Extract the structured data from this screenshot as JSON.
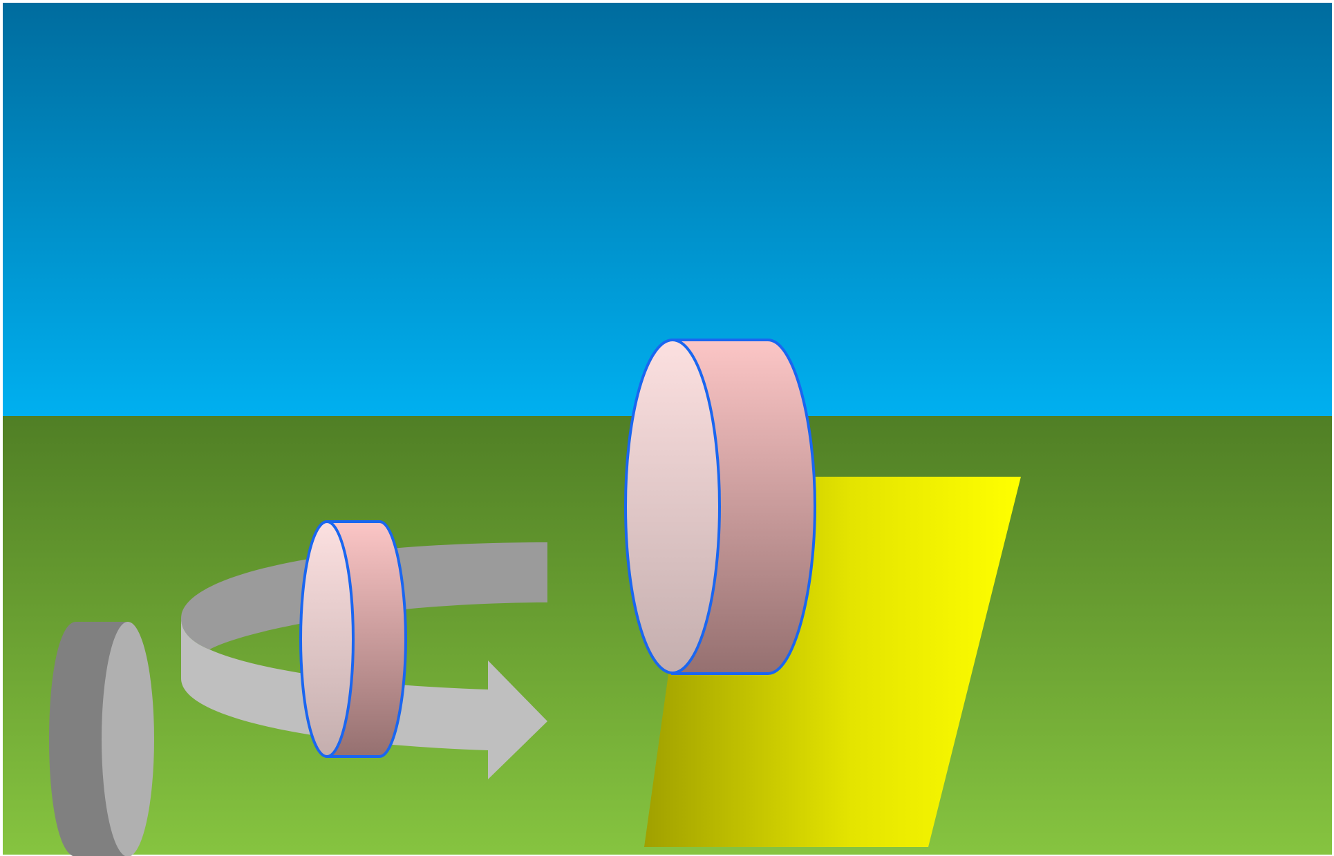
{
  "colors": {
    "sky_top": "#006C9E",
    "sky_bottom": "#00B0F0",
    "ground_top": "#507F25",
    "ground_bottom": "#86C440",
    "arrow_back": "#9B9B9B",
    "arrow_front": "#BFBFBF",
    "ghost_disk_side": "#808080",
    "ghost_disk_face": "#B0B0B0",
    "disk_outline": "#1A66F0",
    "disk_face_top": "#FCE0E0",
    "disk_face_bottom": "#C4AEAE",
    "disk_side_top": "#FCC6C6",
    "disk_side_bottom": "#957070",
    "plane_left": "#A0A000",
    "plane_right": "#FFFF00"
  },
  "scene": {
    "elements": [
      "sky",
      "ground",
      "rotation-arrow",
      "ghost-disk",
      "small-disk",
      "yellow-plane",
      "large-disk"
    ]
  }
}
